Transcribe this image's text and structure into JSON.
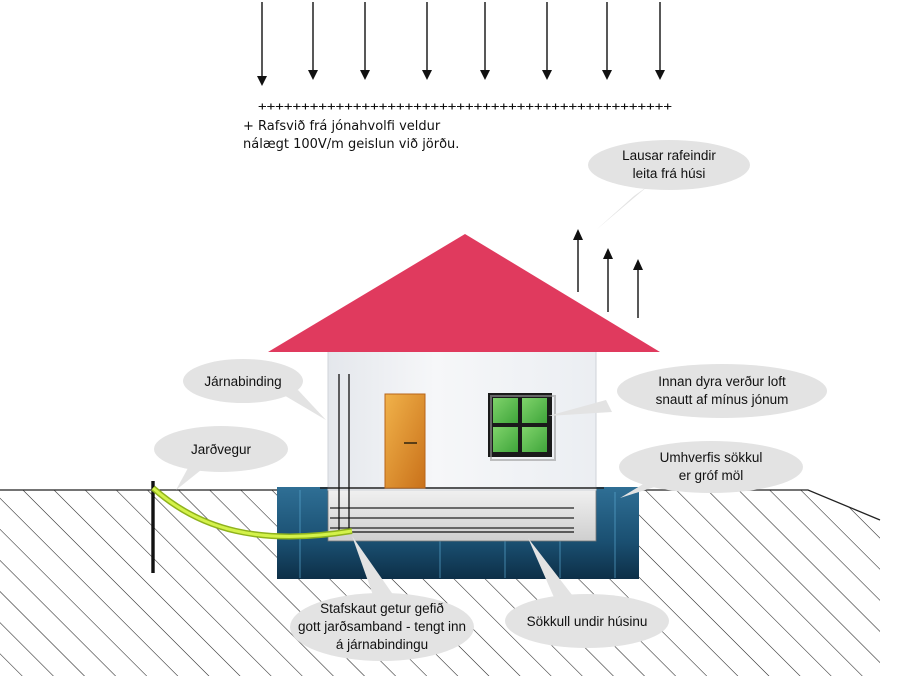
{
  "field_note": {
    "plus_row": "++++++++++++++++++++++++++++++++++++++++++++++++",
    "line1": "+ Rafsvið frá jónahvolfi veldur",
    "line2": "nálægt 100V/m geislun við jörðu."
  },
  "labels": {
    "electrons": [
      "Lausar rafeindir",
      "leita frá húsi"
    ],
    "rebar": [
      "Járnabinding"
    ],
    "soil": [
      "Jarðvegur"
    ],
    "indoor": [
      "Innan dyra verður loft",
      "snautt af mínus jónum"
    ],
    "gravel": [
      "Umhverfis sökkul",
      "er gróf möl"
    ],
    "ground_rod": [
      "Stafskaut getur gefið",
      "gott jarðsamband - tengt inn",
      "á járnabindingu"
    ],
    "foundation": [
      "Sökkull undir húsinu"
    ]
  },
  "colors": {
    "roof": "#e03a5e",
    "wall": "#f2f4f7",
    "door": "#e39a2f",
    "window_glass": "#5fbf4f",
    "window_frame": "#1a1a1a",
    "foundation": "#1c4f6e",
    "ground_cable": "#c8ee3a",
    "bubble": "#e3e3e3"
  },
  "icons": {
    "downward_arrows": "arrow-down-icon",
    "upward_arrows": "arrow-up-icon"
  }
}
